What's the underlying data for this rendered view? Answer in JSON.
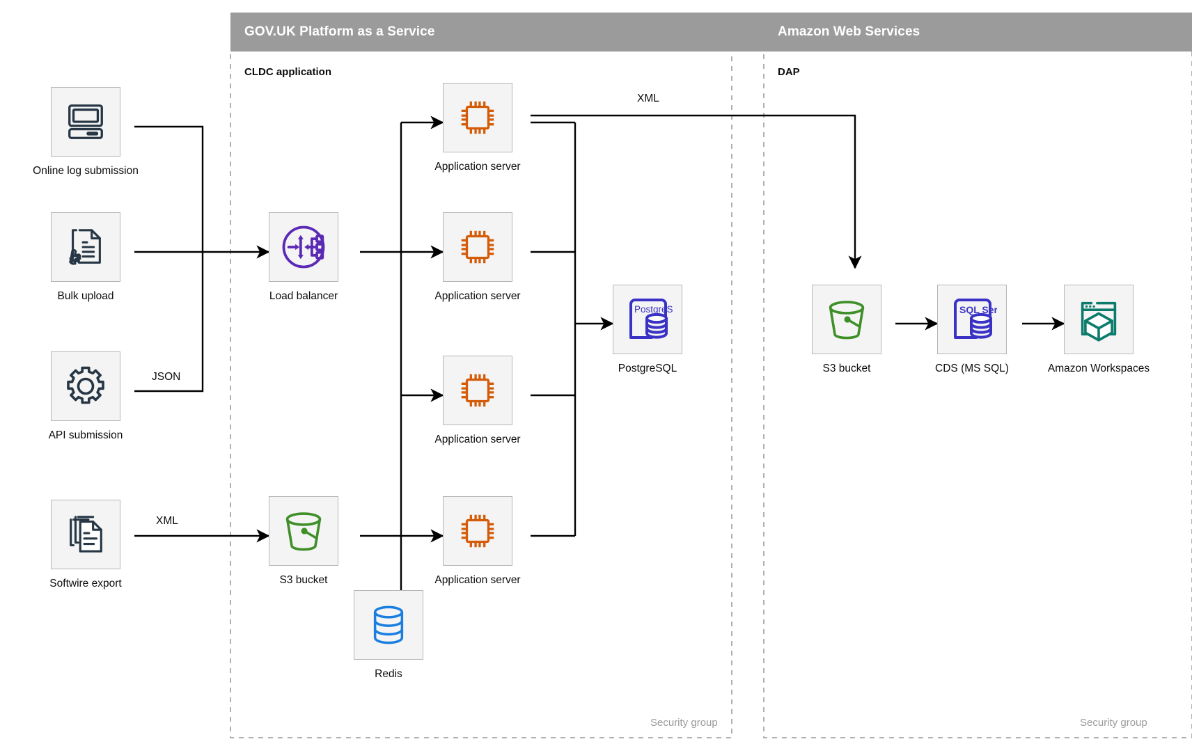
{
  "zones": [
    {
      "id": "paas",
      "title": "GOV.UK Platform as a Service",
      "subtitle": "CLDC application",
      "security_group_label": "Security group"
    },
    {
      "id": "aws",
      "title": "Amazon Web Services",
      "subtitle": "DAP",
      "security_group_label": "Security group"
    }
  ],
  "nodes": [
    {
      "id": "online-log-submission",
      "label": "Online log submission",
      "icon": "desktop-computer-icon",
      "color": "#263645"
    },
    {
      "id": "bulk-upload",
      "label": "Bulk upload",
      "icon": "document-gear-icon",
      "color": "#263645"
    },
    {
      "id": "api-submission",
      "label": "API submission",
      "icon": "gear-icon",
      "color": "#263645"
    },
    {
      "id": "softwire-export",
      "label": "Softwire export",
      "icon": "document-stack-icon",
      "color": "#263645"
    },
    {
      "id": "load-balancer",
      "label": "Load balancer",
      "icon": "load-balancer-icon",
      "color": "#5b2ab5"
    },
    {
      "id": "app-server-1",
      "label": "Application server",
      "icon": "cpu-chip-icon",
      "color": "#d45b07"
    },
    {
      "id": "app-server-2",
      "label": "Application server",
      "icon": "cpu-chip-icon",
      "color": "#d45b07"
    },
    {
      "id": "app-server-3",
      "label": "Application server",
      "icon": "cpu-chip-icon",
      "color": "#d45b07"
    },
    {
      "id": "app-server-4",
      "label": "Application server",
      "icon": "cpu-chip-icon",
      "color": "#d45b07"
    },
    {
      "id": "postgresql",
      "label": "PostgreSQL",
      "icon": "postgresql-database-icon",
      "color": "#3a32c4",
      "badge": "PostgreSQL"
    },
    {
      "id": "s3-bucket-paas",
      "label": "S3 bucket",
      "icon": "bucket-icon",
      "color": "#3f8f29"
    },
    {
      "id": "redis",
      "label": "Redis",
      "icon": "database-cylinder-icon",
      "color": "#1a7ee0"
    },
    {
      "id": "s3-bucket-aws",
      "label": "S3 bucket",
      "icon": "bucket-icon",
      "color": "#3f8f29"
    },
    {
      "id": "cds-ms-sql",
      "label": "CDS (MS SQL)",
      "icon": "sql-server-database-icon",
      "color": "#3a32c4",
      "badge": "SQL Server"
    },
    {
      "id": "amazon-workspaces",
      "label": "Amazon Workspaces",
      "icon": "workspaces-cube-icon",
      "color": "#0b7b6b"
    }
  ],
  "edge_labels": [
    {
      "id": "json-label",
      "text": "JSON"
    },
    {
      "id": "xml-label-softwire",
      "text": "XML"
    },
    {
      "id": "xml-label-export",
      "text": "XML"
    }
  ],
  "colors": {
    "zone_header_bg": "#9b9b9b",
    "zone_header_text": "#ffffff",
    "tile_bg": "#f4f4f4",
    "tile_border": "#b6b6b6",
    "dashed_border": "#b0b0b0",
    "connector": "#000000",
    "text": "#0b0c0c",
    "muted_text": "#9a9a9a"
  }
}
